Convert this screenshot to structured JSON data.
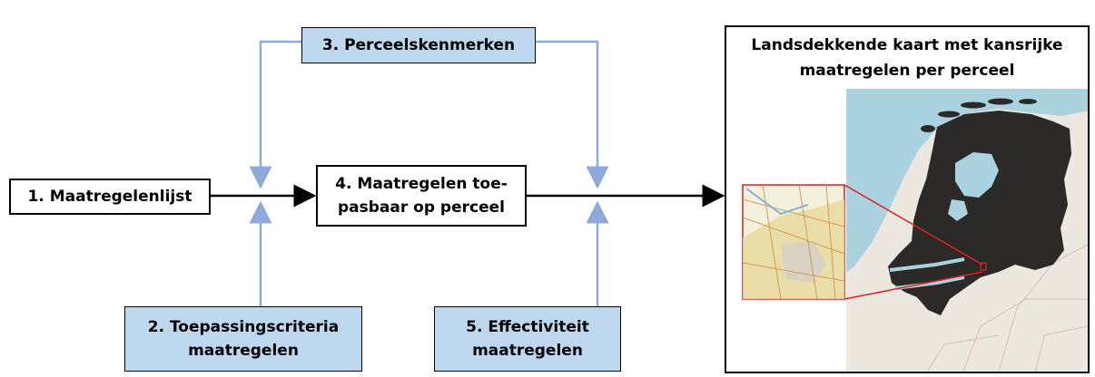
{
  "boxes": {
    "maatregelenlijst": "1. Maatregelenlijst",
    "toepassingscriteria": "2. Toepassingscriteria\nmaatregelen",
    "perceelskenmerken": "3. Perceelskenmerken",
    "toepasbaar": "4. Maatregelen toe-\npasbaar op perceel",
    "effectiviteit": "5. Effectiviteit\nmaatregelen"
  },
  "result_panel": {
    "title": "Landsdekkende kaart met kansrijke\nmaatregelen per perceel"
  },
  "colors": {
    "input_box_fill": "#bdd7ee",
    "connector_blue": "#8eaadb",
    "main_arrow": "#000000",
    "sea": "#aad3df",
    "land_dark": "#2b2a28",
    "inset_border": "#e02020"
  }
}
